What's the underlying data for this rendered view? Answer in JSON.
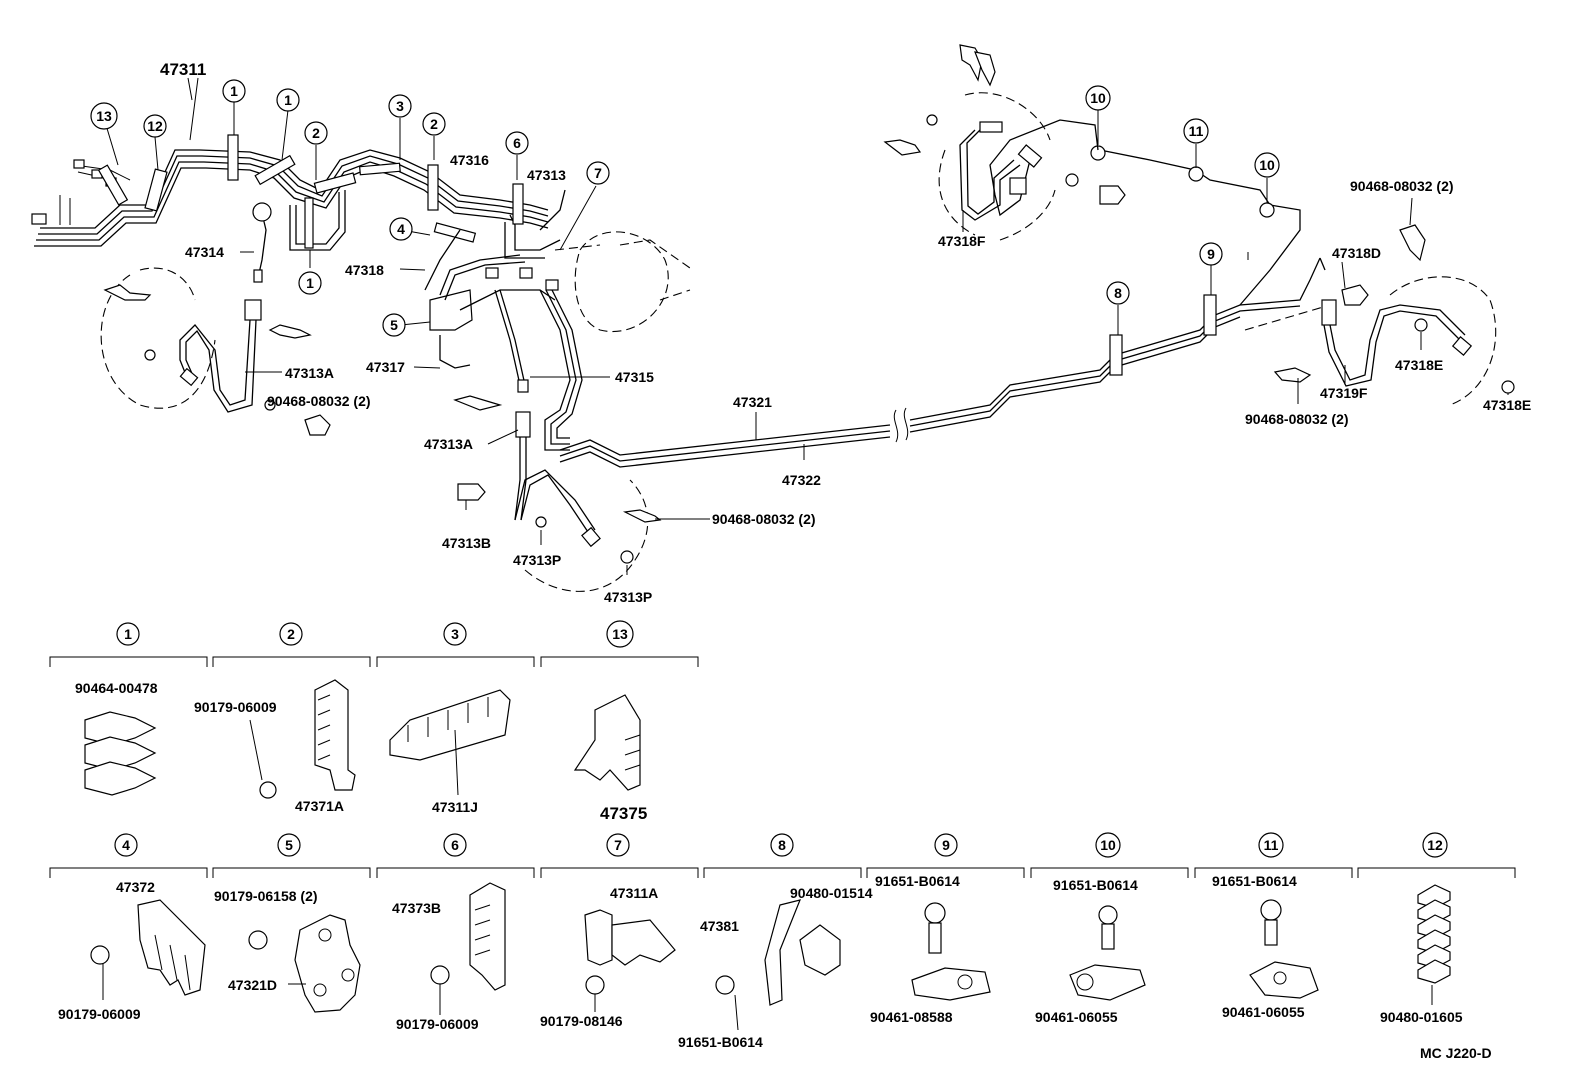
{
  "diagram": {
    "code": "MC J220-D",
    "callout_numbers": [
      "1",
      "2",
      "3",
      "4",
      "5",
      "6",
      "7",
      "8",
      "9",
      "10",
      "11",
      "12",
      "13"
    ],
    "main_labels": {
      "l47311": "47311",
      "l47314": "47314",
      "l47316": "47316",
      "l47313": "47313",
      "l47318": "47318",
      "l47317": "47317",
      "l47315": "47315",
      "l47313A_left": "47313A",
      "l90468_left": "90468-08032 (2)",
      "l47313A_mid": "47313A",
      "l47313B": "47313B",
      "l47313P_a": "47313P",
      "l47313P_b": "47313P",
      "l90468_mid": "90468-08032 (2)",
      "l47321": "47321",
      "l47322": "47322",
      "l47318F": "47318F",
      "l90468_topright": "90468-08032 (2)",
      "l47318D": "47318D",
      "l47318E_a": "47318E",
      "l47318E_b": "47318E",
      "l47319F": "47319F",
      "l90468_right": "90468-08032 (2)"
    },
    "groups": [
      {
        "callout": "1",
        "parts": [
          "90464-00478"
        ]
      },
      {
        "callout": "2",
        "parts": [
          "90179-06009",
          "47371A"
        ]
      },
      {
        "callout": "3",
        "parts": [
          "47311J"
        ]
      },
      {
        "callout": "13",
        "parts": [
          "47375"
        ]
      },
      {
        "callout": "4",
        "parts": [
          "47372",
          "90179-06009"
        ]
      },
      {
        "callout": "5",
        "parts": [
          "90179-06158 (2)",
          "47321D"
        ]
      },
      {
        "callout": "6",
        "parts": [
          "47373B",
          "90179-06009"
        ]
      },
      {
        "callout": "7",
        "parts": [
          "47311A",
          "90179-08146"
        ]
      },
      {
        "callout": "8",
        "parts": [
          "90480-01514",
          "47381",
          "91651-B0614"
        ]
      },
      {
        "callout": "9",
        "parts": [
          "91651-B0614",
          "90461-08588"
        ]
      },
      {
        "callout": "10",
        "parts": [
          "91651-B0614",
          "90461-06055"
        ]
      },
      {
        "callout": "11",
        "parts": [
          "91651-B0614",
          "90461-06055"
        ]
      },
      {
        "callout": "12",
        "parts": [
          "90480-01605"
        ]
      }
    ]
  }
}
